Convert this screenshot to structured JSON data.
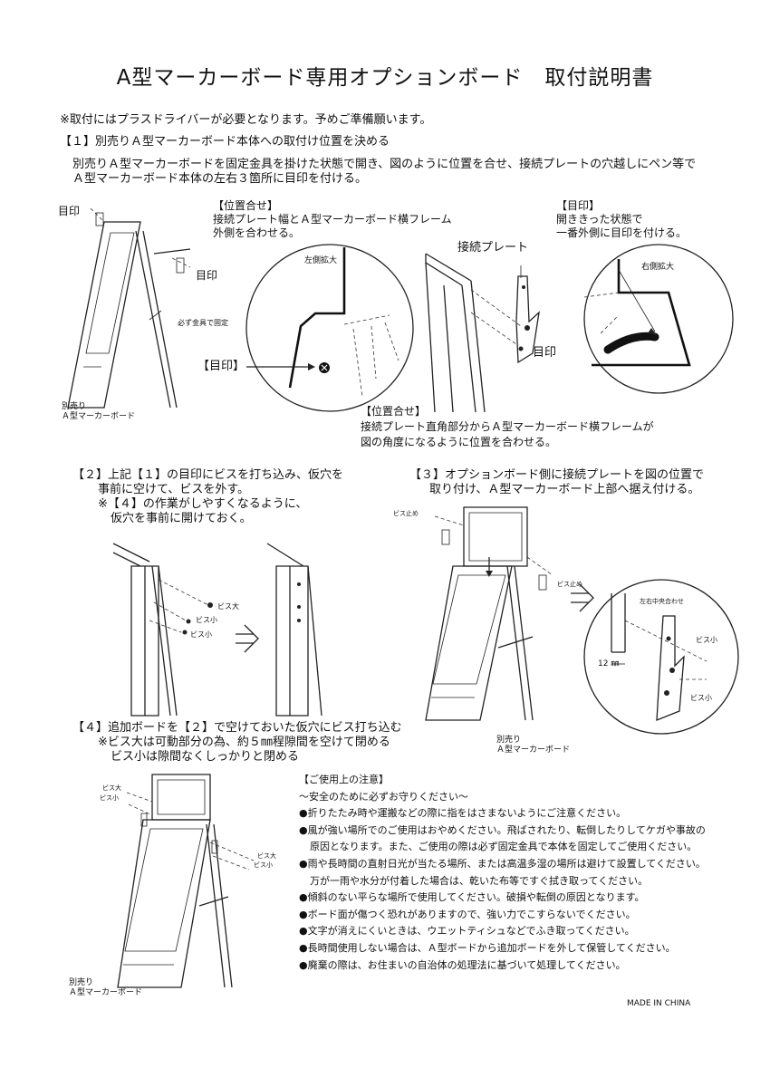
{
  "title": "A型マーカーボード専用オプションボード　取付説明書",
  "intro": "※取付にはプラスドライバーが必要となります。予めご準備願います。",
  "step1": {
    "heading": "【１】別売りＡ型マーカーボード本体への取付け位置を決める",
    "body1": "別売りＡ型マーカーボードを固定金具を掛けた状態で開き、図のように位置を合せ、接続プレートの穴越しにペン等で",
    "body2": "Ａ型マーカーボード本体の左右３箇所に目印を付ける。",
    "board_label1": "別売り",
    "board_label2": "Ａ型マーカーボード",
    "mark_label_left": "目印",
    "mark_label_right": "目印",
    "fix_label": "必ず金具で固定",
    "pos_heading": "【位置合せ】",
    "pos_text1": "接続プレート幅とＡ型マーカーボード横フレーム",
    "pos_text2": "外側を合わせる。",
    "left_zoom": "左側拡大",
    "mark_bracket": "【目印】",
    "pos2_heading": "【位置合せ】",
    "pos2_text1": "接続プレート直角部分からＡ型マーカーボード横フレームが",
    "pos2_text2": "図の角度になるように位置を合わせる。",
    "plate_label": "接続プレート",
    "plate_mark": "目印",
    "mark_heading": "【目印】",
    "mark_text1": "開ききった状態で",
    "mark_text2": "一番外側に目印を付ける。",
    "right_zoom": "右側拡大"
  },
  "step2": {
    "heading": "【２】上記【１】の目印にビスを打ち込み、仮穴を",
    "line2": "事前に空けて、ビスを外す。",
    "line3": "※【４】の作業がしやすくなるように、",
    "line4": "仮穴を事前に開けておく。",
    "screw_large": "ビス大",
    "screw_small1": "ビス小",
    "screw_small2": "ビス小"
  },
  "step3": {
    "heading": "【３】オプションボード側に接続プレートを図の位置で",
    "line2": "取り付け、Ａ型マーカーボード上部へ据え付ける。",
    "screw_stop_left": "ビス止め",
    "screw_stop_right": "ビス止め",
    "center_label": "左右中央合わせ",
    "gap_label": "12 ㎜",
    "screw_small1": "ビス小",
    "screw_small2": "ビス小",
    "board_label1": "別売り",
    "board_label2": "Ａ型マーカーボード"
  },
  "step4": {
    "heading": "【４】追加ボードを【２】で空けておいた仮穴にビス打ち込む",
    "line2": "※ビス大は可動部分の為、約５㎜程隙間を空けて閉める",
    "line3": "ビス小は隙間なくしっかりと閉める",
    "screw_large_l": "ビス大",
    "screw_small_l": "ビス小",
    "screw_large_r": "ビス大",
    "screw_small_r": "ビス小",
    "board_label1": "別売り",
    "board_label2": "Ａ型マーカーボード"
  },
  "notes": {
    "heading": "【ご使用上の注意】",
    "subheading": "〜安全のために必ずお守りください〜",
    "l1": "●折りたたみ時や運搬などの際に指をはさまないようにご注意ください。",
    "l2": "●風が強い場所でのご使用はおやめください。飛ばされたり、転倒したりしてケガや事故の",
    "l3": "原因となります。また、ご使用の際は必ず固定金具で本体を固定してご使用ください。",
    "l4": "●雨や長時間の直射日光が当たる場所、または高温多湿の場所は避けて設置してください。",
    "l5": "万が一雨や水分が付着した場合は、乾いた布等ですぐ拭き取ってください。",
    "l6": "●傾斜のない平らな場所で使用してください。破損や転倒の原因となります。",
    "l7": "●ボード面が傷つく恐れがありますので、強い力でこすらないでください。",
    "l8": "●文字が消えにくいときは、ウエットティシュなどでふき取ってください。",
    "l9": "●長時間使用しない場合は、Ａ型ボードから追加ボードを外して保管してください。",
    "l10": "●廃棄の際は、お住まいの自治体の処理法に基づいて処理してください。"
  },
  "made_in": "MADE IN CHINA"
}
